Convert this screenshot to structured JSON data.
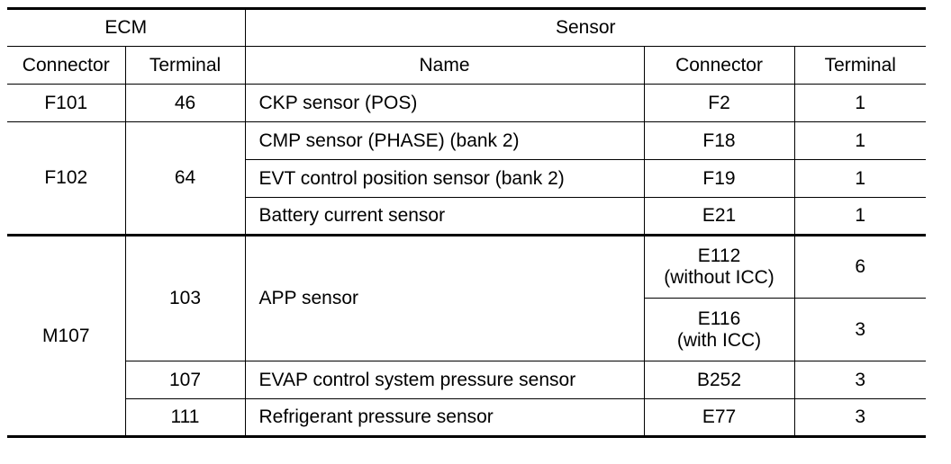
{
  "headers": {
    "ecm": "ECM",
    "sensor": "Sensor",
    "ecm_connector": "Connector",
    "ecm_terminal": "Terminal",
    "sensor_name": "Name",
    "sensor_connector": "Connector",
    "sensor_terminal": "Terminal"
  },
  "groups": [
    {
      "ecm_connector": "F101",
      "terminal_rows": [
        {
          "terminal": "46",
          "name": "CKP sensor (POS)",
          "sensor_entries": [
            {
              "connector": "F2",
              "note": "",
              "terminal": "1"
            }
          ]
        }
      ]
    },
    {
      "ecm_connector": "F102",
      "terminal": "64",
      "rows": [
        {
          "name": "CMP sensor (PHASE) (bank 2)",
          "connector": "F18",
          "terminal": "1"
        },
        {
          "name": "EVT control position sensor (bank 2)",
          "connector": "F19",
          "terminal": "1"
        },
        {
          "name": "Battery current sensor",
          "connector": "E21",
          "terminal": "1"
        }
      ]
    },
    {
      "ecm_connector": "M107",
      "terminal_rows": [
        {
          "terminal": "103",
          "name": "APP sensor",
          "sensor_entries": [
            {
              "connector": "E112",
              "note": "(without ICC)",
              "terminal": "6"
            },
            {
              "connector": "E116",
              "note": "(with ICC)",
              "terminal": "3"
            }
          ]
        },
        {
          "terminal": "107",
          "name": "EVAP control system pressure sensor",
          "sensor_entries": [
            {
              "connector": "B252",
              "note": "",
              "terminal": "3"
            }
          ]
        },
        {
          "terminal": "111",
          "name": "Refrigerant pressure sensor",
          "sensor_entries": [
            {
              "connector": "E77",
              "note": "",
              "terminal": "3"
            }
          ]
        }
      ]
    }
  ]
}
